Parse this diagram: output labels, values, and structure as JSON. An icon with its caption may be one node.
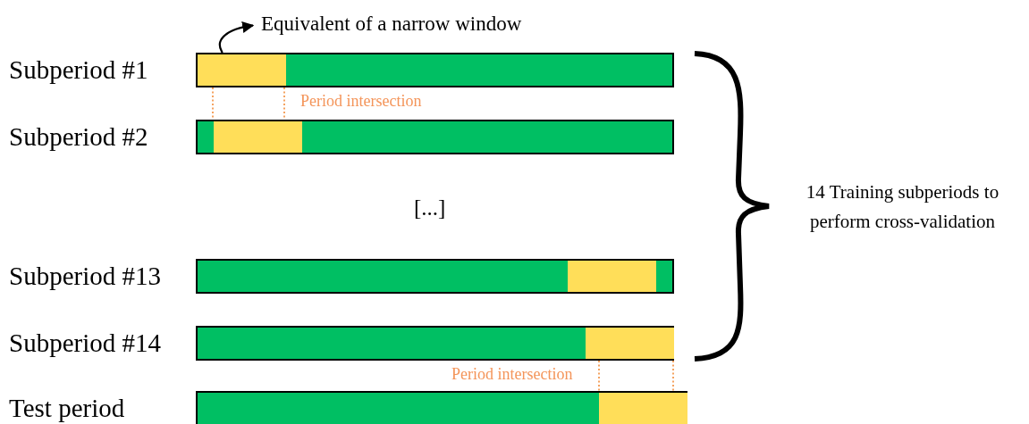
{
  "diagram": {
    "nodes": [
      {
        "text": [],
        "shape": "bar",
        "beside": [
          "Subperiod #1"
        ]
      },
      {
        "text": [],
        "shape": "box",
        "in": 0
      },
      {
        "text": [],
        "shape": "bar",
        "beside": [
          "Subperiod #2"
        ]
      },
      {
        "text": [],
        "shape": "box",
        "in": 2
      },
      {
        "text": [],
        "shape": "bar",
        "beside": [
          "Subperiod #13"
        ]
      },
      {
        "text": [],
        "shape": "box",
        "in": 4
      },
      {
        "text": [],
        "shape": "bar",
        "beside": [
          "Subperiod #14"
        ]
      },
      {
        "text": [],
        "shape": "box",
        "in": 6
      },
      {
        "text": [],
        "shape": "bar",
        "beside": [
          "Test period"
        ]
      },
      {
        "text": [],
        "shape": "box",
        "in": 8
      },
      {
        "text": [
          "Equivalent of a narrow window"
        ]
      }
    ],
    "edges": [
      {
        "from": 1,
        "to": 10,
        "arrow": "to",
        "color": "#000000"
      },
      {
        "from": 1,
        "to": 3,
        "arrow": "none",
        "style": "dashed",
        "color": "#f28c3a"
      },
      {
        "from": 1,
        "to": 3,
        "arrow": "none",
        "style": "dashed",
        "color": "#f28c3a"
      },
      {
        "from": 7,
        "to": 9,
        "arrow": "none",
        "style": "dashed",
        "color": "#f28c3a"
      },
      {
        "from": 7,
        "to": 9,
        "arrow": "none",
        "style": "dashed",
        "color": "#f28c3a"
      }
    ],
    "labels": [
      "Period intersection",
      "[...]",
      "14 Training subperiods to perform cross-validation",
      "Period intersection"
    ]
  }
}
